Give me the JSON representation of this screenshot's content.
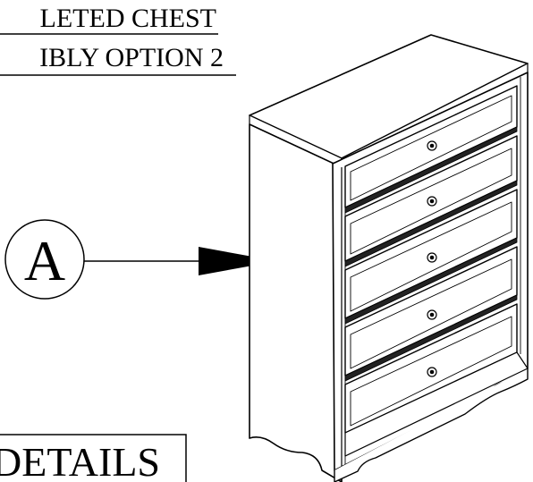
{
  "title": {
    "line1": "LETED CHEST",
    "line2": "IBLY OPTION 2"
  },
  "callout": {
    "label": "A"
  },
  "details_label": "DETAILS"
}
